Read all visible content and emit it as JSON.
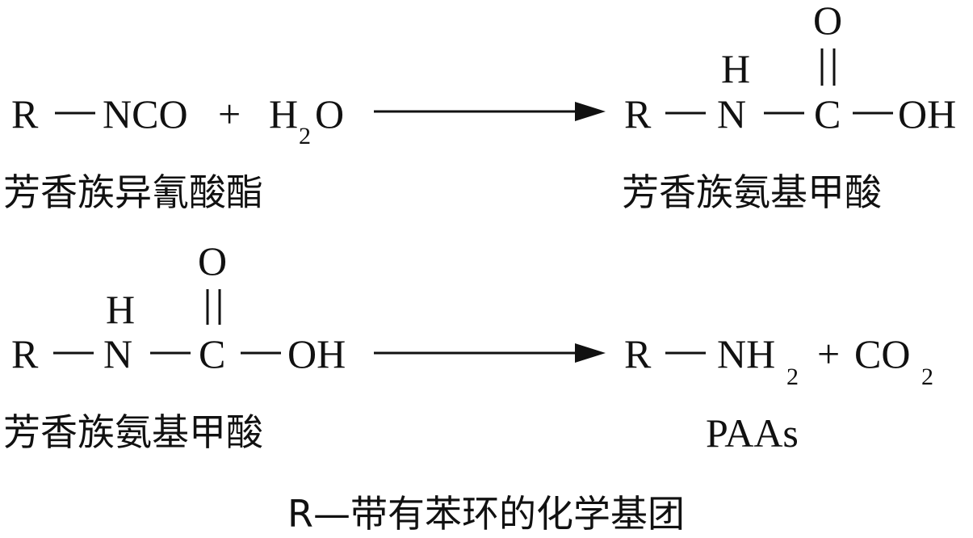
{
  "reaction1": {
    "left": {
      "r": "R",
      "group": "NCO",
      "plus": "+",
      "water_h": "H",
      "water_sub": "2",
      "water_o": "O",
      "label": "芳香族异氰酸酯"
    },
    "right": {
      "r": "R",
      "h": "H",
      "n": "N",
      "c": "C",
      "o": "O",
      "oh": "OH",
      "label": "芳香族氨基甲酸"
    }
  },
  "reaction2": {
    "left": {
      "r": "R",
      "h": "H",
      "n": "N",
      "c": "C",
      "o": "O",
      "oh": "OH",
      "label": "芳香族氨基甲酸"
    },
    "right": {
      "r": "R",
      "nh": "NH",
      "nh_sub": "2",
      "plus": "+",
      "co": "CO",
      "co_sub": "2",
      "label": "PAAs"
    }
  },
  "footnote": "R—带有苯环的化学基团"
}
